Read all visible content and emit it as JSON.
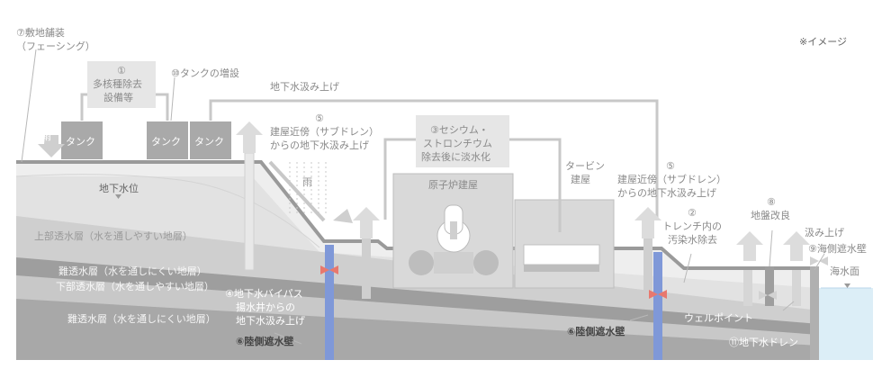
{
  "note": "※イメージ",
  "labels": {
    "l7_line1": "⑦敷地舗装",
    "l7_line2": "（フェーシング）",
    "l1_line1": "①",
    "l1_line2": "多核種除去",
    "l1_line3": "設備等",
    "l10": "⑩タンクの増設",
    "pump_top": "地下水汲み上げ",
    "l5a_line1": "⑤",
    "l5a_line2": "建屋近傍（サブドレン）",
    "l5a_line3": "からの地下水汲み上げ",
    "l3_line1": "③セシウム・",
    "l3_line2": "ストロンチウム",
    "l3_line3": "除去後に淡水化",
    "turbine_line1": "タービン",
    "turbine_line2": "建屋",
    "reactor": "原子炉建屋",
    "l5b_line1": "⑤",
    "l5b_line2": "建屋近傍（サブドレン）",
    "l5b_line3": "からの地下水汲み上げ",
    "l2_line1": "②",
    "l2_line2": "トレンチ内の",
    "l2_line3": "汚染水除去",
    "l8_line1": "⑧",
    "l8_line2": "地盤改良",
    "pump_right": "汲み上げ",
    "l9": "⑨海側遮水壁",
    "sea_surface": "海水面",
    "groundwater_level": "地下水位",
    "rain": "雨",
    "tank": "タンク",
    "upper_aquifer": "上部透水層（水を通しやすい地層）",
    "aquitard1": "難透水層（水を通しにくい地層）",
    "lower_aquifer": "下部透水層（水を通しやすい地層）",
    "aquitard2": "難透水層（水を通しにくい地層）",
    "l4_line1": "④地下水バイパス",
    "l4_line2": "揚水井からの",
    "l4_line3": "地下水汲み上げ",
    "l6a": "⑥陸側遮水壁",
    "l6b": "⑥陸側遮水壁",
    "wellpoint": "ウェルポイント",
    "l11": "⑪地下水ドレン"
  },
  "colors": {
    "ice_wall": "#7f98d8",
    "block_marker": "#e8786e",
    "sea": "#dceef7"
  }
}
